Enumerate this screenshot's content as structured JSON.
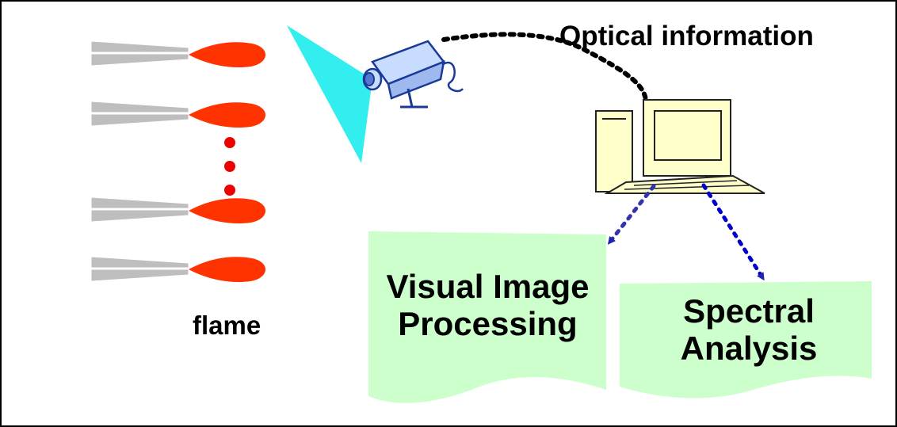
{
  "labels": {
    "optical": "Optical information",
    "flame": "flame",
    "visual_line1": "Visual Image",
    "visual_line2": "Processing",
    "spectral_line1": "Spectral",
    "spectral_line2": "Analysis"
  },
  "colors": {
    "flame": "#ff3300",
    "burner": "#bebebe",
    "camera_beam": "#33eeee",
    "camera_body": "#c8dcff",
    "computer_body": "#ffffcc",
    "output_page": "#ccffcc",
    "dotted_connector": "#000000",
    "red_dots": "#ee0000",
    "arrow": "#3333aa"
  }
}
